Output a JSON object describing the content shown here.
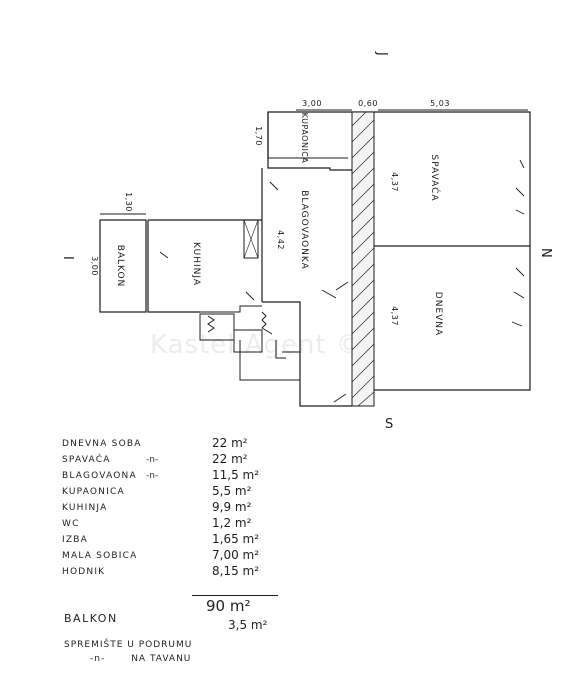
{
  "compass": {
    "west": "I",
    "north": "N",
    "south": "S",
    "east": "J"
  },
  "watermark": "Kastel Agent ©",
  "plan_labels": {
    "balkon": "BALKON",
    "kuhinja": "KUHINJA",
    "blagovaonica": "BLAGOVAONKA",
    "kupaonica": "KUPAONICA",
    "spavaca": "SPAVAĆA",
    "dnevna": "DNEVNA"
  },
  "dimensions": {
    "balkon_width": "1,30",
    "balkon_height": "3,00",
    "kupaonica_width": "3,00",
    "wall_thickness": "0,60",
    "room_width": "5,03",
    "kupaonica_depth": "1,70",
    "blagovaonica_depth": "4,42",
    "spavaca_length": "4,37",
    "dnevna_length": "4,37"
  },
  "area_table": [
    {
      "name": "DNEVNA SOBA",
      "ditto": "",
      "area": "22 m²"
    },
    {
      "name": "SPAVAĆA",
      "ditto": "-n-",
      "area": "22 m²"
    },
    {
      "name": "BLAGOVAONA",
      "ditto": "-n-",
      "area": "11,5 m²"
    },
    {
      "name": "KUPAONICA",
      "ditto": "",
      "area": "5,5 m²"
    },
    {
      "name": "KUHINJA",
      "ditto": "",
      "area": "9,9 m²"
    },
    {
      "name": "WC",
      "ditto": "",
      "area": "1,2 m²"
    },
    {
      "name": "IZBA",
      "ditto": "",
      "area": "1,65 m²"
    },
    {
      "name": "MALA SOBICA",
      "ditto": "",
      "area": "7,00 m²"
    },
    {
      "name": "HODNIK",
      "ditto": "",
      "area": "8,15 m²"
    }
  ],
  "total": "90 m²",
  "balkon": {
    "label": "BALKON",
    "area": "3,5 m²"
  },
  "storage": {
    "line1": "SPREMIŠTE U PODRUMU",
    "line2_prefix": "-n-",
    "line2": "NA TAVANU"
  }
}
